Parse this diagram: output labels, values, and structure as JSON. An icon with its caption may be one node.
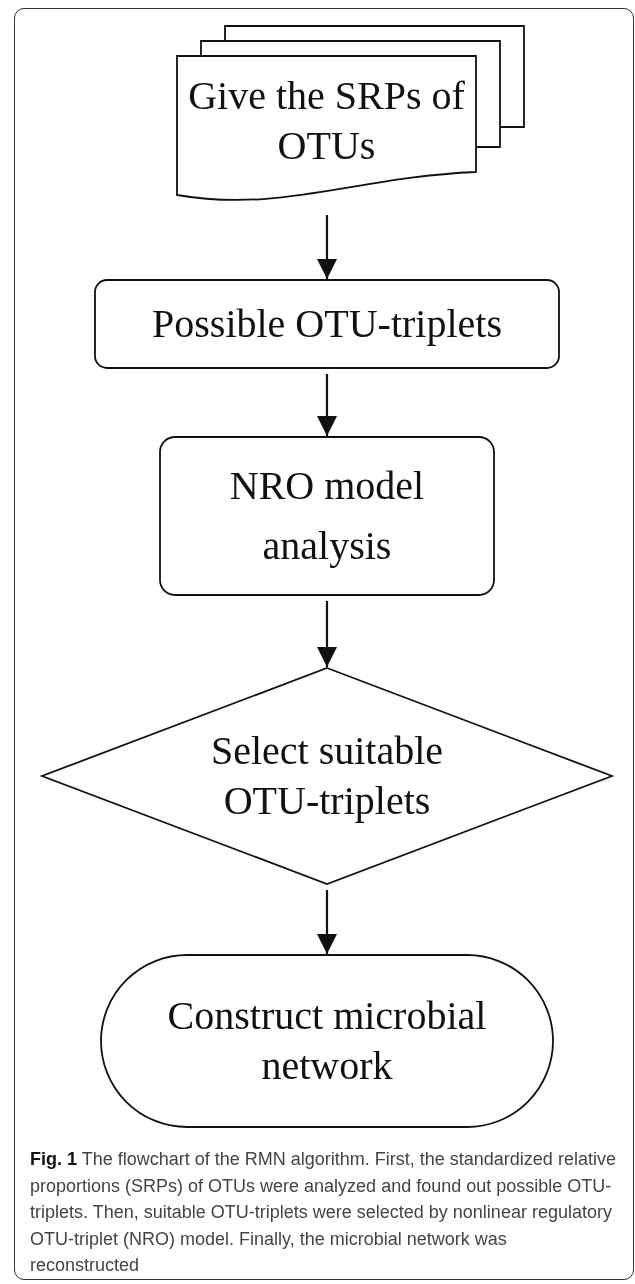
{
  "diagram": {
    "caption": "**Fig. 1** The flowchart of the RMN algorithm. First, the standardized relative proportions (SRPs) of OTUs were analyzed and found out possible OTU-triplets. Then, suitable OTU-triplets were selected by nonlinear regulatory OTU-triplet (NRO) model. Finally, the microbial network was reconstructed",
    "nodes": [
      {
        "text": [
          "Give the SRPs of OTUs"
        ]
      },
      {
        "text": [
          "Possible OTU-triplets"
        ]
      },
      {
        "text": [
          "NRO model analysis"
        ]
      },
      {
        "text": [
          "Select suitable OTU-triplets"
        ]
      },
      {
        "text": [
          "Construct microbial network"
        ]
      }
    ],
    "edges": [
      {
        "from": 0,
        "to": 1,
        "arrow": "to"
      },
      {
        "from": 1,
        "to": 2,
        "arrow": "to"
      },
      {
        "from": 2,
        "to": 3,
        "arrow": "to"
      },
      {
        "from": 3,
        "to": 4,
        "arrow": "to"
      }
    ]
  }
}
